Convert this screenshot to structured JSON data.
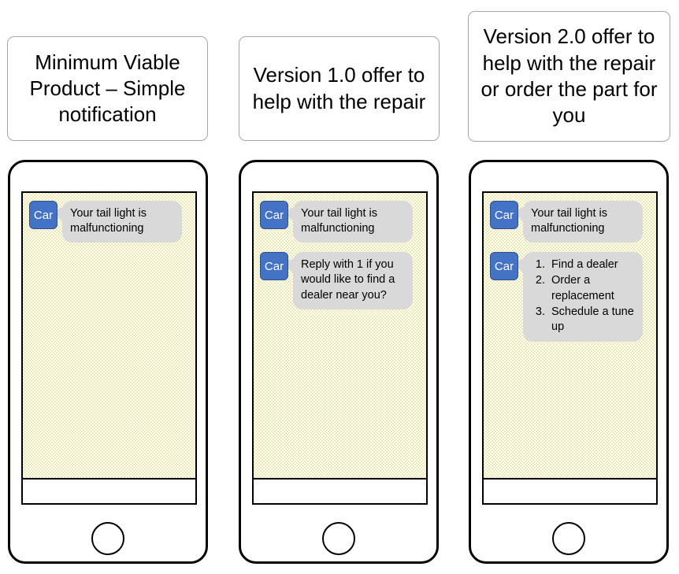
{
  "panels": [
    {
      "caption": "Minimum Viable Product – Simple notification",
      "phone": {
        "home_button_label": "home-button",
        "input_bar_label": "message-input-bar",
        "messages": [
          {
            "avatar": "Car",
            "type": "text",
            "text": "Your tail light is malfunctioning"
          }
        ]
      }
    },
    {
      "caption": "Version 1.0 offer to help with the repair",
      "phone": {
        "home_button_label": "home-button",
        "input_bar_label": "message-input-bar",
        "messages": [
          {
            "avatar": "Car",
            "type": "text",
            "text": "Your tail light is malfunctioning"
          },
          {
            "avatar": "Car",
            "type": "text",
            "text": "Reply with 1 if you would like to find a dealer near you?"
          }
        ]
      }
    },
    {
      "caption": "Version 2.0 offer to help with the repair or order the part for you",
      "phone": {
        "home_button_label": "home-button",
        "input_bar_label": "message-input-bar",
        "messages": [
          {
            "avatar": "Car",
            "type": "text",
            "text": "Your tail light is malfunctioning"
          },
          {
            "avatar": "Car",
            "type": "list",
            "items": [
              "Find a dealer",
              "Order a replacement",
              "Schedule a tune up"
            ]
          }
        ]
      }
    }
  ],
  "colors": {
    "avatar_fill": "#4472C4",
    "avatar_border": "#2F528F",
    "bubble_fill": "#D9D9D9",
    "screen_background": "#EFE9AE",
    "caption_border": "#A6A6A6",
    "phone_border": "#000000"
  }
}
